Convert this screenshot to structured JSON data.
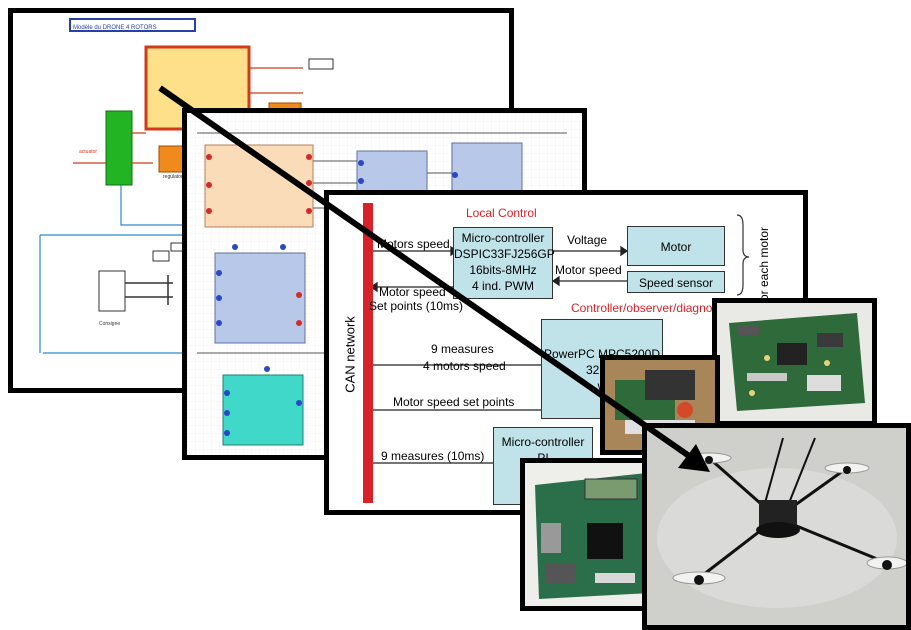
{
  "simulink": {
    "title": "Modèle du DRONE 4 ROTORS"
  },
  "can_diagram": {
    "bus_label": "CAN network",
    "local_control_label": "Local Control",
    "controller_label": "Controller/observer/diagnos",
    "mcu1": [
      "Micro-controller",
      "DSPIC33FJ256GP",
      "16bits-8MHz",
      "4 ind. PWM"
    ],
    "motor": "Motor",
    "speed_sensor": "Speed sensor",
    "voltage": "Voltage",
    "motor_speed_right": "Motor speed",
    "for_each_motor": "or each motor",
    "motors_speed_left": "Motors speed",
    "motor_speed_sp": [
      "Motor speed",
      "Set points (10ms)"
    ],
    "powerpc": [
      "PowerPC MPC5200D",
      "32bits",
      "w"
    ],
    "measures_9": "9 measures",
    "motors_speed_4": "4 motors speed",
    "motor_speed_set_points": "Motor speed set points",
    "measures_10ms": "9 measures (10ms)",
    "mcu2": [
      "Micro-controller",
      "PI"
    ]
  },
  "colors": {
    "bus_red": "#d6232a",
    "block_cyan": "#bfe3e8",
    "simulink_orange": "#ffe08a",
    "simulink_green": "#22b422",
    "gps_peach": "#fbdcb8",
    "nav_blue": "#b8c8e8",
    "teal": "#40d8c8",
    "arrow": "#000000"
  }
}
